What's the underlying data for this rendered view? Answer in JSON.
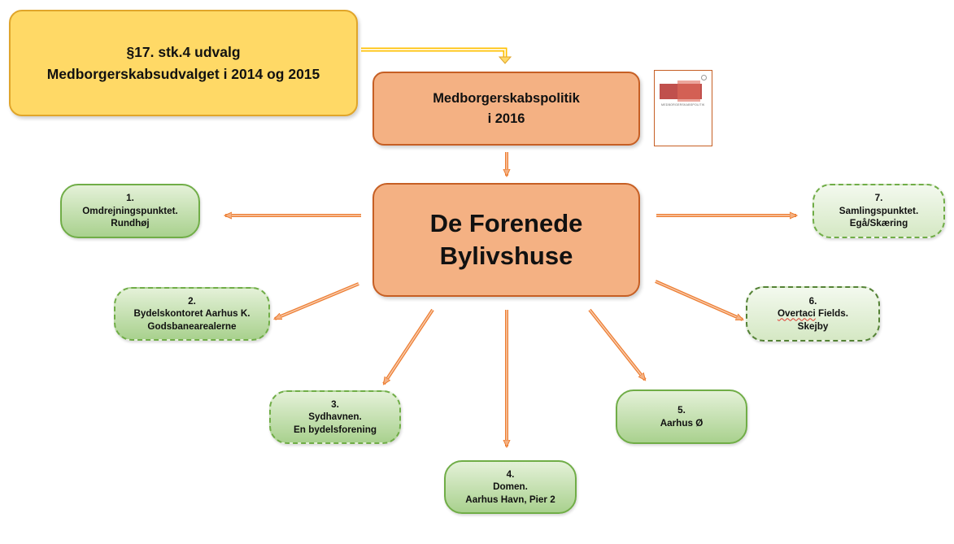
{
  "origin": {
    "line1": "§17. stk.4 udvalg",
    "line2": "Medborgerskabsudvalget i 2014 og 2015"
  },
  "policy": {
    "line1": "Medborgerskabspolitik",
    "line2": "i 2016",
    "document_title": "MEDBORGERSKABSPOLITIK"
  },
  "central": {
    "line1": "De Forenede",
    "line2": "Bylivshuse"
  },
  "sites": [
    {
      "number": "1.",
      "name": "Omdrejningspunktet.",
      "place": "Rundhøj"
    },
    {
      "number": "2.",
      "name": "Bydelskontoret Aarhus K.",
      "place": "Godsbanearealerne"
    },
    {
      "number": "3.",
      "name": "Sydhavnen.",
      "place": "En bydelsforening"
    },
    {
      "number": "4.",
      "name": "Domen.",
      "place": "Aarhus Havn, Pier 2"
    },
    {
      "number": "5.",
      "name": "Aarhus Ø"
    },
    {
      "number": "6.",
      "name_main": "Overtaci",
      "name_rest": " Fields.",
      "place": "Skejby"
    },
    {
      "number": "7.",
      "name": "Samlingspunktet.",
      "place": "Egå/Skæring"
    }
  ],
  "colors": {
    "origin_fill": "#ffd966",
    "origin_border": "#e0a52a",
    "policy_fill": "#f4b183",
    "policy_border": "#c65f24",
    "site_border": "#70ad47",
    "arrow": "#ed7d31"
  }
}
